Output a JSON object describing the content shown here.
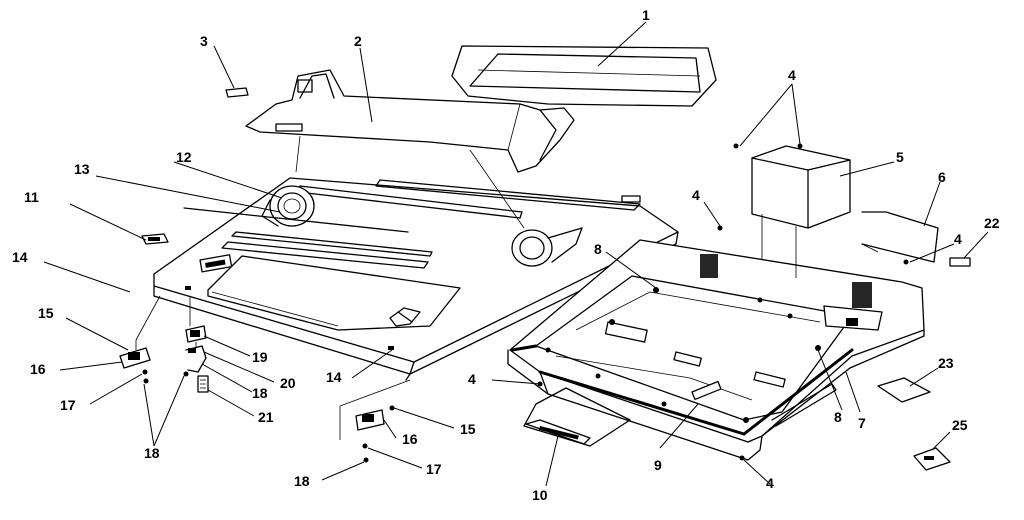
{
  "labels": [
    {
      "id": "1",
      "text": "1"
    },
    {
      "id": "2",
      "text": "2"
    },
    {
      "id": "3",
      "text": "3"
    },
    {
      "id": "4a",
      "text": "4"
    },
    {
      "id": "4b",
      "text": "4"
    },
    {
      "id": "4c",
      "text": "4"
    },
    {
      "id": "4d",
      "text": "4"
    },
    {
      "id": "4e",
      "text": "4"
    },
    {
      "id": "5",
      "text": "5"
    },
    {
      "id": "6",
      "text": "6"
    },
    {
      "id": "7",
      "text": "7"
    },
    {
      "id": "8a",
      "text": "8"
    },
    {
      "id": "8b",
      "text": "8"
    },
    {
      "id": "9",
      "text": "9"
    },
    {
      "id": "10",
      "text": "10"
    },
    {
      "id": "11",
      "text": "11"
    },
    {
      "id": "12",
      "text": "12"
    },
    {
      "id": "13",
      "text": "13"
    },
    {
      "id": "14a",
      "text": "14"
    },
    {
      "id": "14b",
      "text": "14"
    },
    {
      "id": "15a",
      "text": "15"
    },
    {
      "id": "15b",
      "text": "15"
    },
    {
      "id": "16a",
      "text": "16"
    },
    {
      "id": "16b",
      "text": "16"
    },
    {
      "id": "17a",
      "text": "17"
    },
    {
      "id": "17b",
      "text": "17"
    },
    {
      "id": "18a",
      "text": "18"
    },
    {
      "id": "18b",
      "text": "18"
    },
    {
      "id": "18c",
      "text": "18"
    },
    {
      "id": "19",
      "text": "19"
    },
    {
      "id": "20",
      "text": "20"
    },
    {
      "id": "21",
      "text": "21"
    },
    {
      "id": "22",
      "text": "22"
    },
    {
      "id": "23",
      "text": "23"
    },
    {
      "id": "25",
      "text": "25"
    }
  ]
}
